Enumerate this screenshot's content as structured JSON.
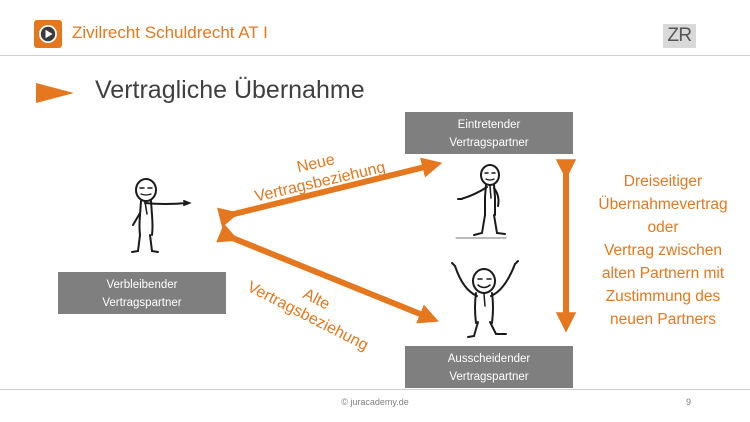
{
  "header": {
    "course_title": "Zivilrecht Schuldrecht AT I",
    "badge": "ZR",
    "logo_icon": "play-icon"
  },
  "slide": {
    "title": "Vertragliche Übernahme",
    "bullet_icon": "triangle-bullet-icon"
  },
  "parties": {
    "eintretender": [
      "Eintretender",
      "Vertragspartner"
    ],
    "verbleibender": [
      "Verbleibender",
      "Vertragspartner"
    ],
    "ausscheidender": [
      "Ausscheidender",
      "Vertragspartner"
    ]
  },
  "relations": {
    "neue": [
      "Neue",
      "Vertragsbeziehung"
    ],
    "alte": [
      "Alte",
      "Vertragsbeziehung"
    ]
  },
  "side_note": [
    "Dreiseitiger",
    "Übernahmevertrag",
    "oder",
    "Vertrag zwischen",
    "alten Partnern mit",
    "Zustimmung des",
    "neuen Partners"
  ],
  "footer": {
    "copyright": "© juracademy.de",
    "page_number": "9"
  },
  "colors": {
    "accent": "#e5781e",
    "box_fill": "#7f7f7f",
    "title_text": "#404040"
  }
}
